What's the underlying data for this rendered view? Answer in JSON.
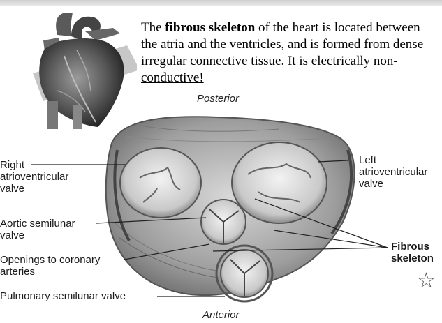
{
  "callout": {
    "prefix": "The ",
    "bold": "fibrous skeleton",
    "middle": " of the heart is located between the atria and the ventricles, and is formed from dense irregular connective tissue. It is ",
    "underlined": "electrically non-conductive!"
  },
  "orientation": {
    "posterior": "Posterior",
    "anterior": "Anterior"
  },
  "labels": {
    "right_av_l1": "Right",
    "right_av_l2": "atrioventricular",
    "right_av_l3": "valve",
    "aortic_l1": "Aortic semilunar",
    "aortic_l2": "valve",
    "coronary_l1": "Openings to coronary",
    "coronary_l2": "arteries",
    "pulmonary": "Pulmonary semilunar valve",
    "left_av_l1": "Left",
    "left_av_l2": "atrioventricular",
    "left_av_l3": "valve",
    "fibrous_l1": "Fibrous",
    "fibrous_l2": "skeleton"
  },
  "star_icon": "☆"
}
